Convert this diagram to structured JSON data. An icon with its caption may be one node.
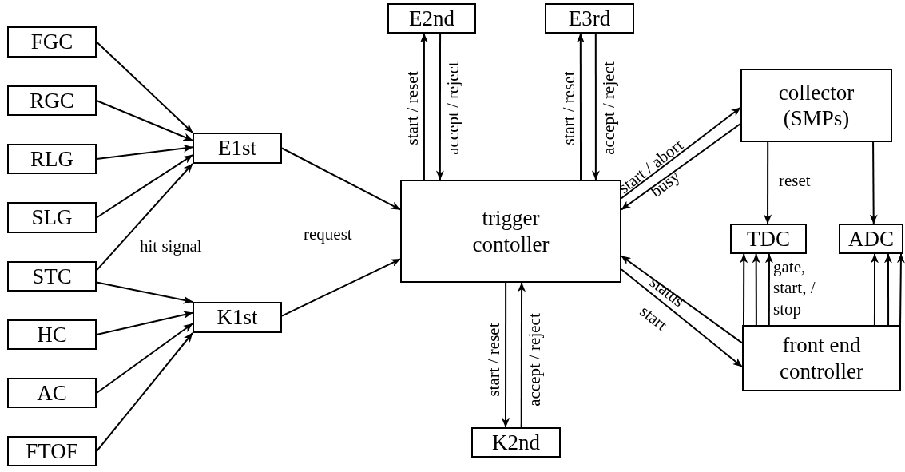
{
  "diagram": {
    "nodes": [
      {
        "text": [
          "FGC"
        ]
      },
      {
        "text": [
          "RGC"
        ]
      },
      {
        "text": [
          "RLG"
        ]
      },
      {
        "text": [
          "SLG"
        ]
      },
      {
        "text": [
          "STC"
        ]
      },
      {
        "text": [
          "HC"
        ]
      },
      {
        "text": [
          "AC"
        ]
      },
      {
        "text": [
          "FTOF"
        ]
      },
      {
        "text": [
          "E1st"
        ]
      },
      {
        "text": [
          "K1st"
        ]
      },
      {
        "text": [
          "trigger contoller"
        ]
      },
      {
        "text": [
          "E2nd"
        ]
      },
      {
        "text": [
          "E3rd"
        ]
      },
      {
        "text": [
          "collector (SMPs)"
        ]
      },
      {
        "text": [
          "TDC"
        ]
      },
      {
        "text": [
          "ADC"
        ]
      },
      {
        "text": [
          "front end controller"
        ]
      },
      {
        "text": [
          "K2nd"
        ]
      }
    ],
    "edges": [
      {
        "from": 0,
        "to": 8,
        "arrow": "to"
      },
      {
        "from": 1,
        "to": 8,
        "arrow": "to"
      },
      {
        "from": 2,
        "to": 8,
        "arrow": "to"
      },
      {
        "from": 3,
        "to": 8,
        "arrow": "to"
      },
      {
        "from": 4,
        "to": 8,
        "arrow": "to"
      },
      {
        "from": 4,
        "to": 9,
        "arrow": "to"
      },
      {
        "from": 5,
        "to": 9,
        "arrow": "to"
      },
      {
        "from": 6,
        "to": 9,
        "arrow": "to"
      },
      {
        "from": 7,
        "to": 9,
        "arrow": "to"
      },
      {
        "from": 8,
        "to": 10,
        "arrow": "to"
      },
      {
        "from": 9,
        "to": 10,
        "arrow": "to"
      },
      {
        "from": 10,
        "to": 11,
        "arrow": "to",
        "label": "start / reset"
      },
      {
        "from": 11,
        "to": 10,
        "arrow": "to",
        "label": "accept / reject"
      },
      {
        "from": 10,
        "to": 12,
        "arrow": "to",
        "label": "start / reset"
      },
      {
        "from": 12,
        "to": 10,
        "arrow": "to",
        "label": "accept / reject"
      },
      {
        "from": 10,
        "to": 17,
        "arrow": "to",
        "label": "start / reset"
      },
      {
        "from": 17,
        "to": 10,
        "arrow": "to",
        "label": "accept / reject"
      },
      {
        "from": 10,
        "to": 13,
        "arrow": "to",
        "label": "start / abort"
      },
      {
        "from": 13,
        "to": 10,
        "arrow": "to",
        "label": "busy"
      },
      {
        "from": 16,
        "to": 10,
        "arrow": "to",
        "label": "status"
      },
      {
        "from": 10,
        "to": 16,
        "arrow": "to",
        "label": "start"
      },
      {
        "from": 13,
        "to": 14,
        "arrow": "to"
      },
      {
        "from": 13,
        "to": 15,
        "arrow": "to"
      },
      {
        "from": 16,
        "to": 14,
        "arrow": "to"
      },
      {
        "from": 16,
        "to": 14,
        "arrow": "to"
      },
      {
        "from": 16,
        "to": 14,
        "arrow": "to"
      },
      {
        "from": 16,
        "to": 15,
        "arrow": "to"
      },
      {
        "from": 16,
        "to": 15,
        "arrow": "to"
      },
      {
        "from": 16,
        "to": 15,
        "arrow": "to"
      }
    ],
    "labels": [
      "hit signal",
      "request",
      "reset",
      "gate, start, / stop"
    ]
  }
}
